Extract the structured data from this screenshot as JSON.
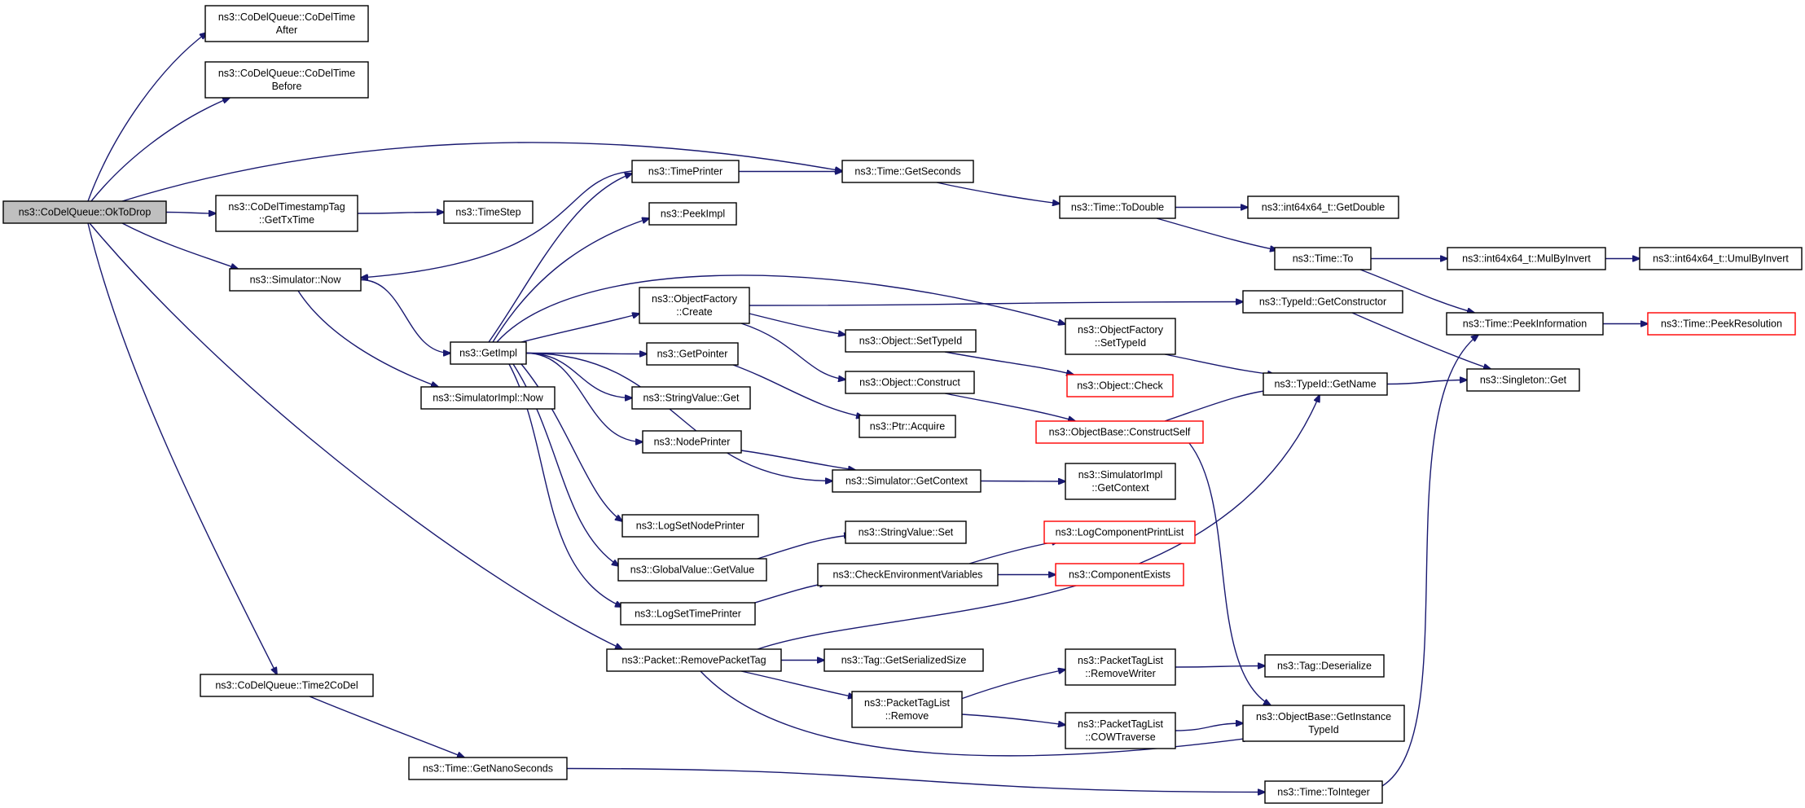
{
  "graph_title": "",
  "nodes": [
    {
      "id": "okToDrop",
      "lines": [
        "ns3::CoDelQueue::OkToDrop"
      ],
      "kind": "start"
    },
    {
      "id": "cdtAfter",
      "lines": [
        "ns3::CoDelQueue::CoDelTime",
        "After"
      ]
    },
    {
      "id": "cdtBefore",
      "lines": [
        "ns3::CoDelQueue::CoDelTime",
        "Before"
      ]
    },
    {
      "id": "getTxTime",
      "lines": [
        "ns3::CoDelTimestampTag",
        "::GetTxTime"
      ]
    },
    {
      "id": "timeStep",
      "lines": [
        "ns3::TimeStep"
      ]
    },
    {
      "id": "simNow",
      "lines": [
        "ns3::Simulator::Now"
      ]
    },
    {
      "id": "getImpl",
      "lines": [
        "ns3::GetImpl"
      ]
    },
    {
      "id": "simImplNow",
      "lines": [
        "ns3::SimulatorImpl::Now"
      ]
    },
    {
      "id": "time2CoDel",
      "lines": [
        "ns3::CoDelQueue::Time2CoDel"
      ]
    },
    {
      "id": "getNanoSeconds",
      "lines": [
        "ns3::Time::GetNanoSeconds"
      ]
    },
    {
      "id": "timePrinter",
      "lines": [
        "ns3::TimePrinter"
      ]
    },
    {
      "id": "peekImpl",
      "lines": [
        "ns3::PeekImpl"
      ]
    },
    {
      "id": "objFactoryCreate",
      "lines": [
        "ns3::ObjectFactory",
        "::Create"
      ]
    },
    {
      "id": "getPointer",
      "lines": [
        "ns3::GetPointer"
      ]
    },
    {
      "id": "stringValueGet",
      "lines": [
        "ns3::StringValue::Get"
      ]
    },
    {
      "id": "nodePrinter",
      "lines": [
        "ns3::NodePrinter"
      ]
    },
    {
      "id": "logSetNodePrinter",
      "lines": [
        "ns3::LogSetNodePrinter"
      ]
    },
    {
      "id": "globalValueGetValue",
      "lines": [
        "ns3::GlobalValue::GetValue"
      ]
    },
    {
      "id": "logSetTimePrinter",
      "lines": [
        "ns3::LogSetTimePrinter"
      ]
    },
    {
      "id": "removePacketTag",
      "lines": [
        "ns3::Packet::RemovePacketTag"
      ]
    },
    {
      "id": "getSeconds",
      "lines": [
        "ns3::Time::GetSeconds"
      ]
    },
    {
      "id": "objSetTypeId",
      "lines": [
        "ns3::Object::SetTypeId"
      ]
    },
    {
      "id": "objConstruct",
      "lines": [
        "ns3::Object::Construct"
      ]
    },
    {
      "id": "ptrAcquire",
      "lines": [
        "ns3::Ptr::Acquire"
      ]
    },
    {
      "id": "simGetContext",
      "lines": [
        "ns3::Simulator::GetContext"
      ]
    },
    {
      "id": "stringValueSet",
      "lines": [
        "ns3::StringValue::Set"
      ]
    },
    {
      "id": "checkEnv",
      "lines": [
        "ns3::CheckEnvironmentVariables"
      ]
    },
    {
      "id": "tagGetSerializedSize",
      "lines": [
        "ns3::Tag::GetSerializedSize"
      ]
    },
    {
      "id": "packetTagListRemove",
      "lines": [
        "ns3::PacketTagList",
        "::Remove"
      ]
    },
    {
      "id": "timeToDouble",
      "lines": [
        "ns3::Time::ToDouble"
      ]
    },
    {
      "id": "objFactorySetTypeId",
      "lines": [
        "ns3::ObjectFactory",
        "::SetTypeId"
      ]
    },
    {
      "id": "objCheck",
      "lines": [
        "ns3::Object::Check"
      ],
      "kind": "red"
    },
    {
      "id": "objBaseConstructSelf",
      "lines": [
        "ns3::ObjectBase::ConstructSelf"
      ],
      "kind": "red"
    },
    {
      "id": "simImplGetContext",
      "lines": [
        "ns3::SimulatorImpl",
        "::GetContext"
      ]
    },
    {
      "id": "logComponentPrintList",
      "lines": [
        "ns3::LogComponentPrintList"
      ],
      "kind": "red"
    },
    {
      "id": "componentExists",
      "lines": [
        "ns3::ComponentExists"
      ],
      "kind": "red"
    },
    {
      "id": "ptlRemoveWriter",
      "lines": [
        "ns3::PacketTagList",
        "::RemoveWriter"
      ]
    },
    {
      "id": "ptlCOWTraverse",
      "lines": [
        "ns3::PacketTagList",
        "::COWTraverse"
      ]
    },
    {
      "id": "i64GetDouble",
      "lines": [
        "ns3::int64x64_t::GetDouble"
      ]
    },
    {
      "id": "timeTo",
      "lines": [
        "ns3::Time::To"
      ]
    },
    {
      "id": "typeIdGetConstructor",
      "lines": [
        "ns3::TypeId::GetConstructor"
      ]
    },
    {
      "id": "typeIdGetName",
      "lines": [
        "ns3::TypeId::GetName"
      ]
    },
    {
      "id": "tagDeserialize",
      "lines": [
        "ns3::Tag::Deserialize"
      ]
    },
    {
      "id": "objBaseGetInstanceTypeId",
      "lines": [
        "ns3::ObjectBase::GetInstance",
        "TypeId"
      ]
    },
    {
      "id": "timeToInteger",
      "lines": [
        "ns3::Time::ToInteger"
      ]
    },
    {
      "id": "i64MulByInvert",
      "lines": [
        "ns3::int64x64_t::MulByInvert"
      ]
    },
    {
      "id": "timePeekInformation",
      "lines": [
        "ns3::Time::PeekInformation"
      ]
    },
    {
      "id": "singletonGet",
      "lines": [
        "ns3::Singleton::Get"
      ]
    },
    {
      "id": "i64UmulByInvert",
      "lines": [
        "ns3::int64x64_t::UmulByInvert"
      ]
    },
    {
      "id": "timePeekResolution",
      "lines": [
        "ns3::Time::PeekResolution"
      ],
      "kind": "red"
    }
  ],
  "edges": [
    [
      "okToDrop",
      "cdtAfter"
    ],
    [
      "okToDrop",
      "cdtBefore"
    ],
    [
      "okToDrop",
      "getSeconds"
    ],
    [
      "okToDrop",
      "getTxTime"
    ],
    [
      "okToDrop",
      "simNow"
    ],
    [
      "okToDrop",
      "removePacketTag"
    ],
    [
      "okToDrop",
      "time2CoDel"
    ],
    [
      "getTxTime",
      "timeStep"
    ],
    [
      "simNow",
      "getImpl"
    ],
    [
      "simNow",
      "simImplNow"
    ],
    [
      "getImpl",
      "timePrinter"
    ],
    [
      "getImpl",
      "peekImpl"
    ],
    [
      "getImpl",
      "objFactoryCreate"
    ],
    [
      "getImpl",
      "getPointer"
    ],
    [
      "getImpl",
      "stringValueGet"
    ],
    [
      "getImpl",
      "nodePrinter"
    ],
    [
      "getImpl",
      "logSetNodePrinter"
    ],
    [
      "getImpl",
      "globalValueGetValue"
    ],
    [
      "getImpl",
      "logSetTimePrinter"
    ],
    [
      "getImpl",
      "objFactorySetTypeId"
    ],
    [
      "getImpl",
      "simGetContext"
    ],
    [
      "timePrinter",
      "getSeconds"
    ],
    [
      "timePrinter",
      "simNow"
    ],
    [
      "getSeconds",
      "timeToDouble"
    ],
    [
      "timeToDouble",
      "i64GetDouble"
    ],
    [
      "timeToDouble",
      "timeTo"
    ],
    [
      "timeTo",
      "i64MulByInvert"
    ],
    [
      "timeTo",
      "timePeekInformation"
    ],
    [
      "i64MulByInvert",
      "i64UmulByInvert"
    ],
    [
      "timePeekInformation",
      "timePeekResolution"
    ],
    [
      "objFactoryCreate",
      "typeIdGetConstructor"
    ],
    [
      "objFactoryCreate",
      "objSetTypeId"
    ],
    [
      "objFactoryCreate",
      "objConstruct"
    ],
    [
      "typeIdGetConstructor",
      "singletonGet"
    ],
    [
      "objFactorySetTypeId",
      "typeIdGetName"
    ],
    [
      "typeIdGetName",
      "singletonGet"
    ],
    [
      "objSetTypeId",
      "objCheck"
    ],
    [
      "objConstruct",
      "objBaseConstructSelf"
    ],
    [
      "objBaseConstructSelf",
      "typeIdGetName"
    ],
    [
      "objBaseConstructSelf",
      "objBaseGetInstanceTypeId"
    ],
    [
      "getPointer",
      "ptrAcquire"
    ],
    [
      "nodePrinter",
      "simGetContext"
    ],
    [
      "simGetContext",
      "simImplGetContext"
    ],
    [
      "globalValueGetValue",
      "stringValueSet"
    ],
    [
      "logSetTimePrinter",
      "checkEnv"
    ],
    [
      "checkEnv",
      "logComponentPrintList"
    ],
    [
      "checkEnv",
      "componentExists"
    ],
    [
      "removePacketTag",
      "typeIdGetName"
    ],
    [
      "removePacketTag",
      "tagGetSerializedSize"
    ],
    [
      "removePacketTag",
      "packetTagListRemove"
    ],
    [
      "removePacketTag",
      "objBaseGetInstanceTypeId"
    ],
    [
      "packetTagListRemove",
      "ptlRemoveWriter"
    ],
    [
      "packetTagListRemove",
      "ptlCOWTraverse"
    ],
    [
      "ptlRemoveWriter",
      "tagDeserialize"
    ],
    [
      "ptlCOWTraverse",
      "objBaseGetInstanceTypeId"
    ],
    [
      "time2CoDel",
      "getNanoSeconds"
    ],
    [
      "getNanoSeconds",
      "timeToInteger"
    ],
    [
      "timeToInteger",
      "timePeekInformation"
    ]
  ]
}
